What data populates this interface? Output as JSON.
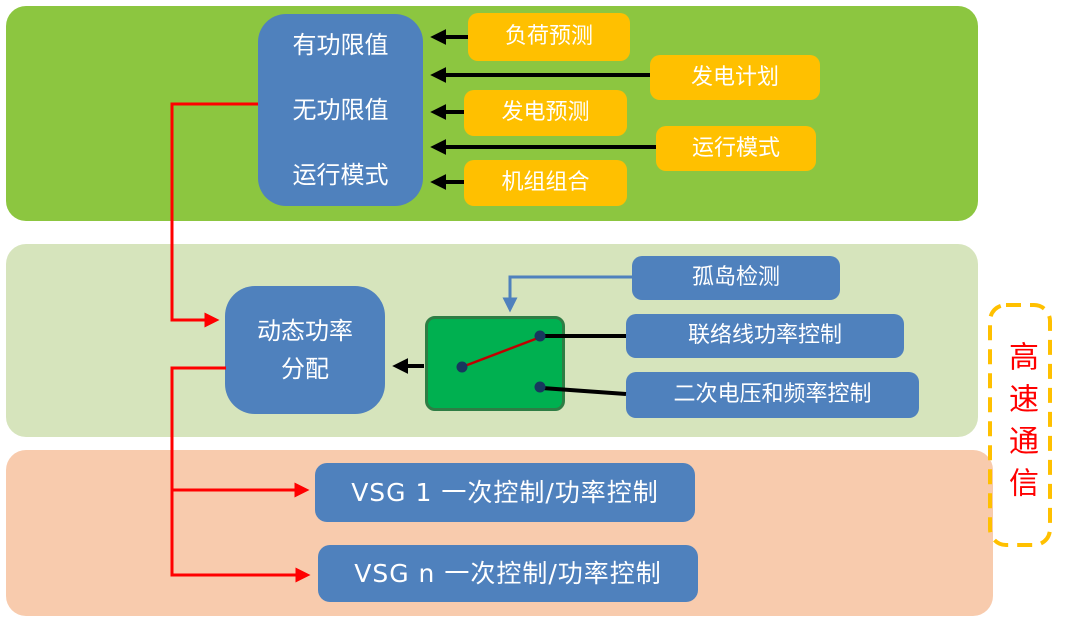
{
  "top_band": {
    "limits_box": [
      "有功限值",
      "无功限值",
      "运行模式"
    ],
    "load_forecast": "负荷预测",
    "generation_plan": "发电计划",
    "generation_forecast": "发电预测",
    "operation_mode": "运行模式",
    "unit_commitment": "机组组合"
  },
  "middle_band": {
    "dynamic_power_allocation": [
      "动态功率",
      "分配"
    ],
    "island_detection": "孤岛检测",
    "tie_line_power_control": "联络线功率控制",
    "secondary_voltage_frequency_control": "二次电压和频率控制"
  },
  "bottom_band": {
    "vsg_1": "VSG 1 一次控制/功率控制",
    "vsg_n": "VSG n 一次控制/功率控制"
  },
  "side_label": "高速通信",
  "colors": {
    "top_band_bg": "#8CC640",
    "middle_band_bg": "#D6E4BC",
    "bottom_band_bg": "#F8CBAD",
    "blue_box_bg": "#4F81BD",
    "yellow_box_bg": "#FFC000",
    "switch_bg": "#00B050",
    "switch_border": "#2E7D44",
    "switch_blade": "#C00000",
    "contact_dot": "#17375E",
    "red_line": "#FF0000",
    "blue_line": "#4F81BD",
    "black_line": "#000000",
    "dashed_border": "#FFC000",
    "side_label_color": "#FF0000"
  }
}
